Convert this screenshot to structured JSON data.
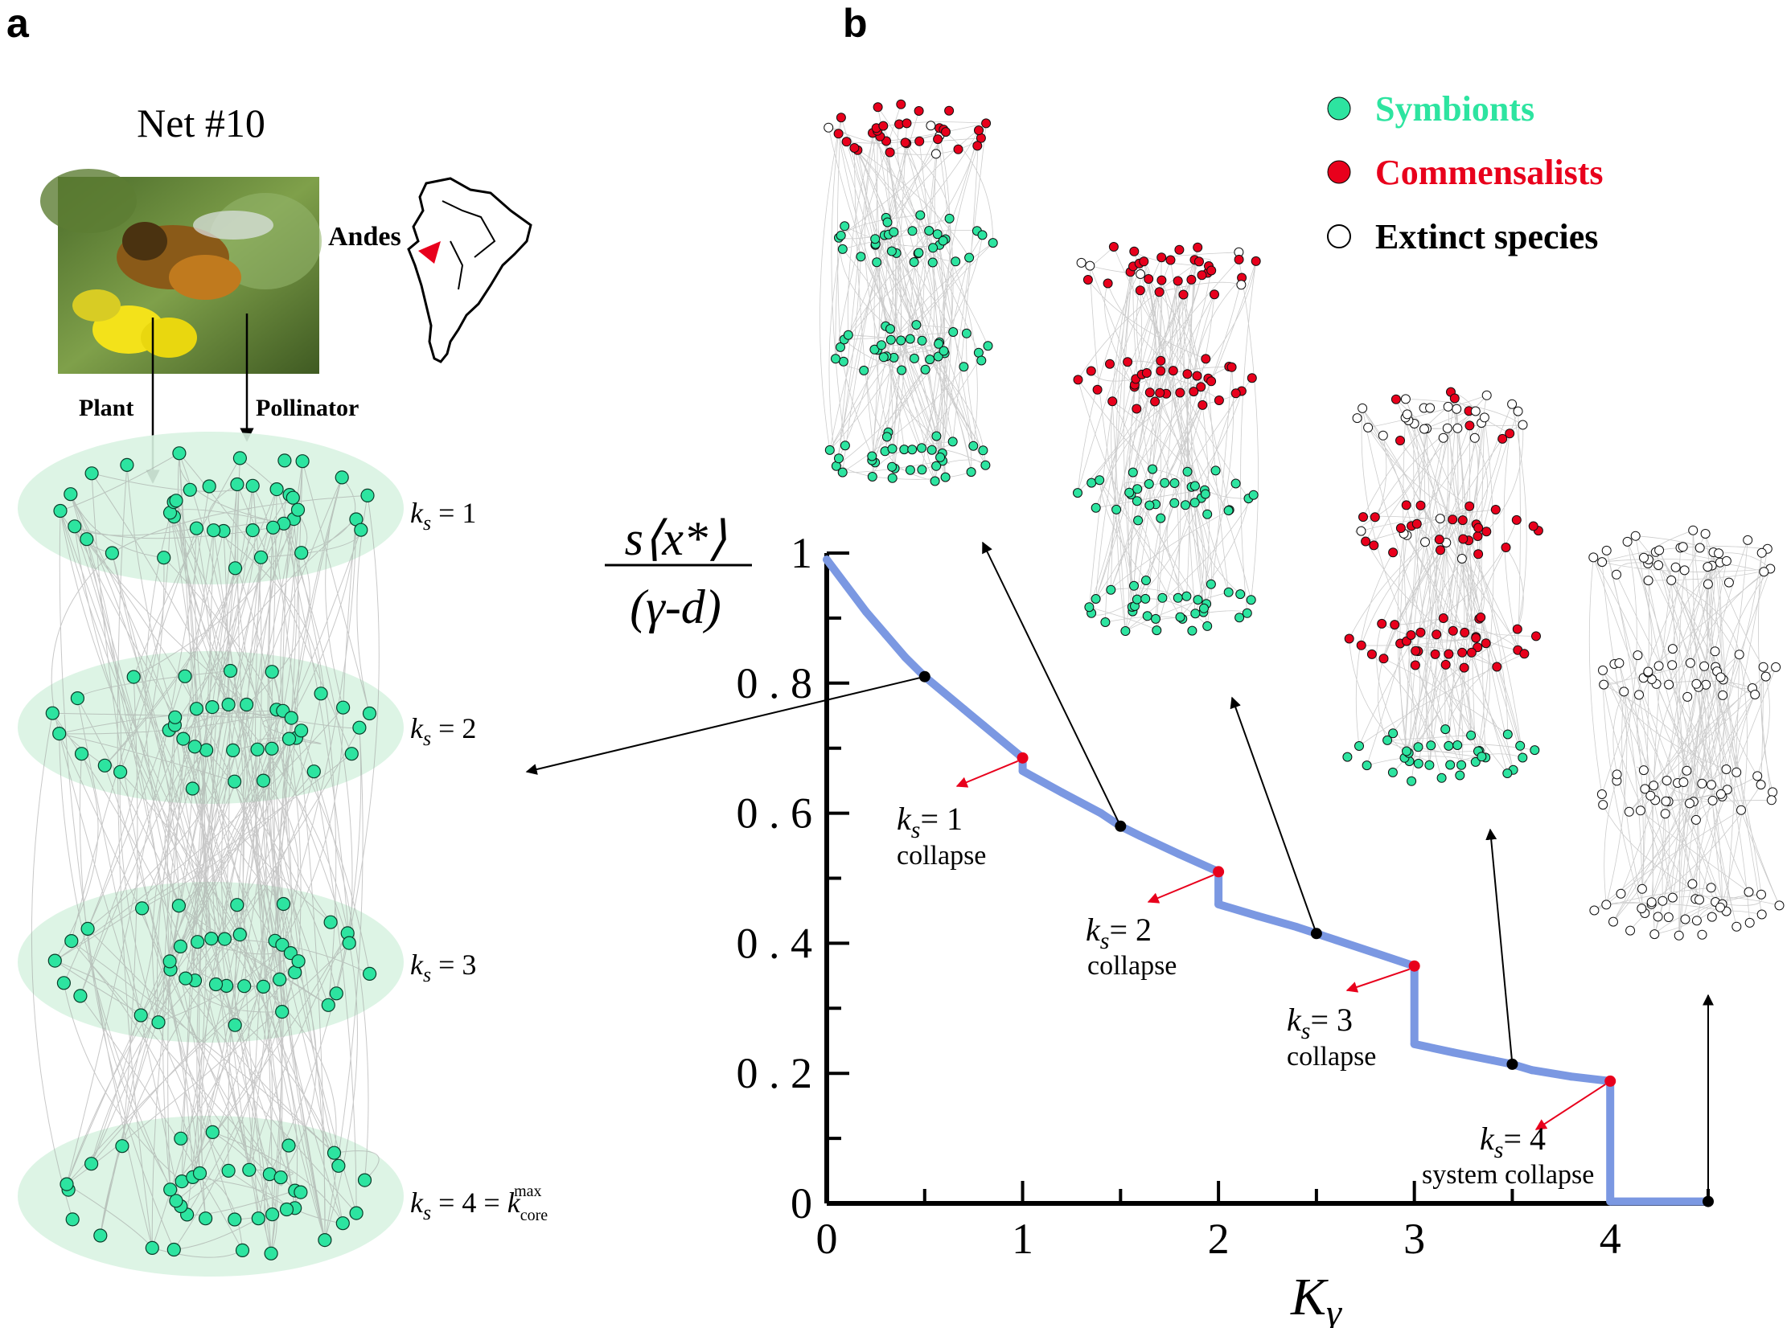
{
  "panels": {
    "a": "a",
    "b": "b"
  },
  "panel_a": {
    "title": "Net #10",
    "map_label": "Andes",
    "plant_label": "Plant",
    "pollinator_label": "Pollinator",
    "core_labels": [
      {
        "pre": "k",
        "sub": "s",
        "post": " = 1"
      },
      {
        "pre": "k",
        "sub": "s",
        "post": " = 2"
      },
      {
        "pre": "k",
        "sub": "s",
        "post": " = 3"
      },
      {
        "pre": "k",
        "sub": "s",
        "post": " = 4 = ",
        "k2": "k",
        "sub2": "core",
        "sup2": "max"
      }
    ]
  },
  "legend": [
    {
      "label": "Symbionts",
      "color": "#2de4a0",
      "fill": "#2de4a0"
    },
    {
      "label": "Commensalists",
      "color": "#e8001c",
      "fill": "#e8001c"
    },
    {
      "label": "Extinct species",
      "color": "#000000",
      "fill": "#ffffff"
    }
  ],
  "colors": {
    "symbiont": "#2de4a0",
    "commensalist": "#e8001c",
    "extinct": "#ffffff",
    "curve": "#7b98e2",
    "core_ellipse": "#d9f3e2"
  },
  "chart_data": {
    "type": "line",
    "ylabel_num": "s⟨x*⟩",
    "ylabel_den": "(γ-d)",
    "xlabel": "K",
    "xlabel_sub": "γ",
    "xlim": [
      0,
      4.5
    ],
    "ylim": [
      0,
      1
    ],
    "xticks": [
      0,
      1,
      2,
      3,
      4
    ],
    "yticks": [
      0,
      0.2,
      0.4,
      0.6,
      0.8,
      1
    ],
    "ytick_labels": [
      "0",
      "0 . 2",
      "0 . 4",
      "0 . 6",
      "0 . 8",
      "1"
    ],
    "xticks_minor": [
      0.5,
      1.5,
      2.5,
      3.5,
      4.5
    ],
    "yticks_minor": [
      0.1,
      0.3,
      0.5,
      0.7,
      0.9
    ],
    "series": [
      {
        "values": [
          [
            0,
            0.99
          ],
          [
            0.1,
            0.95
          ],
          [
            0.2,
            0.91
          ],
          [
            0.3,
            0.875
          ],
          [
            0.4,
            0.84
          ],
          [
            0.5,
            0.81
          ],
          [
            0.6,
            0.785
          ],
          [
            0.7,
            0.76
          ],
          [
            0.8,
            0.735
          ],
          [
            0.9,
            0.71
          ],
          [
            1.0,
            0.685
          ],
          [
            1.0,
            0.665
          ],
          [
            1.2,
            0.632
          ],
          [
            1.4,
            0.6
          ],
          [
            1.5,
            0.58
          ],
          [
            1.6,
            0.565
          ],
          [
            1.8,
            0.537
          ],
          [
            2.0,
            0.51
          ],
          [
            2.0,
            0.46
          ],
          [
            2.2,
            0.442
          ],
          [
            2.4,
            0.425
          ],
          [
            2.5,
            0.415
          ],
          [
            2.6,
            0.405
          ],
          [
            2.8,
            0.385
          ],
          [
            3.0,
            0.365
          ],
          [
            3.0,
            0.245
          ],
          [
            3.2,
            0.232
          ],
          [
            3.4,
            0.22
          ],
          [
            3.5,
            0.214
          ],
          [
            3.6,
            0.205
          ],
          [
            3.8,
            0.195
          ],
          [
            4.0,
            0.188
          ],
          [
            4.0,
            0.003
          ],
          [
            4.5,
            0.003
          ]
        ]
      }
    ],
    "collapse_points": [
      {
        "x": 1,
        "y": 0.685,
        "pre": "k",
        "sub": "s",
        "post": "= 1",
        "note": "collapse"
      },
      {
        "x": 2,
        "y": 0.51,
        "pre": "k",
        "sub": "s",
        "post": "= 2",
        "note": "collapse"
      },
      {
        "x": 3,
        "y": 0.365,
        "pre": "k",
        "sub": "s",
        "post": "= 3",
        "note": "collapse"
      },
      {
        "x": 4,
        "y": 0.188,
        "pre": "k",
        "sub": "s",
        "post": "= 4",
        "note": "system collapse"
      }
    ],
    "sample_points": [
      {
        "x": 0.5,
        "y": 0.81
      },
      {
        "x": 1.5,
        "y": 0.58
      },
      {
        "x": 2.5,
        "y": 0.415
      },
      {
        "x": 3.5,
        "y": 0.214
      },
      {
        "x": 4.5,
        "y": 0.003
      }
    ]
  }
}
